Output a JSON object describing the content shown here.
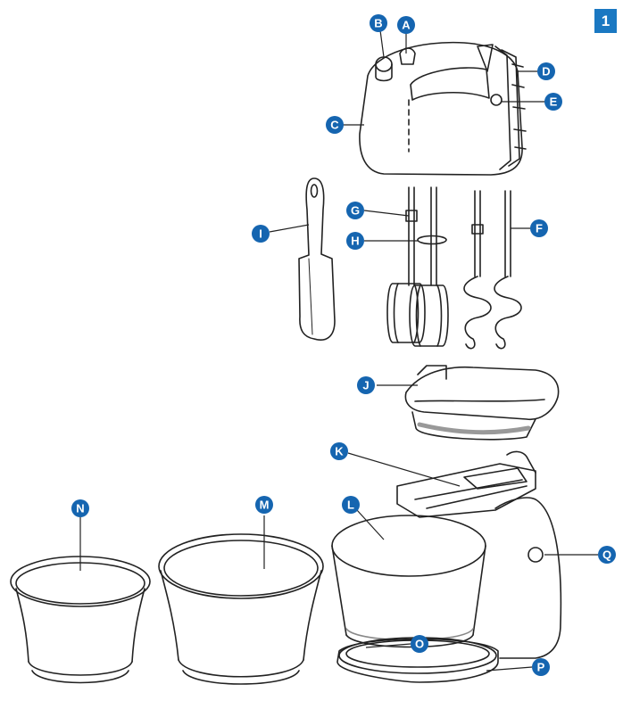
{
  "figure_number": "1",
  "colors": {
    "badge": "#1a78c2",
    "callout": "#1565b0",
    "outline": "#222222"
  },
  "callouts": [
    {
      "id": "A",
      "letter": "A"
    },
    {
      "id": "B",
      "letter": "B"
    },
    {
      "id": "C",
      "letter": "C"
    },
    {
      "id": "D",
      "letter": "D"
    },
    {
      "id": "E",
      "letter": "E"
    },
    {
      "id": "F",
      "letter": "F"
    },
    {
      "id": "G",
      "letter": "G"
    },
    {
      "id": "H",
      "letter": "H"
    },
    {
      "id": "I",
      "letter": "I"
    },
    {
      "id": "J",
      "letter": "J"
    },
    {
      "id": "K",
      "letter": "K"
    },
    {
      "id": "L",
      "letter": "L"
    },
    {
      "id": "M",
      "letter": "M"
    },
    {
      "id": "N",
      "letter": "N"
    },
    {
      "id": "O",
      "letter": "O"
    },
    {
      "id": "P",
      "letter": "P"
    },
    {
      "id": "Q",
      "letter": "Q"
    }
  ]
}
